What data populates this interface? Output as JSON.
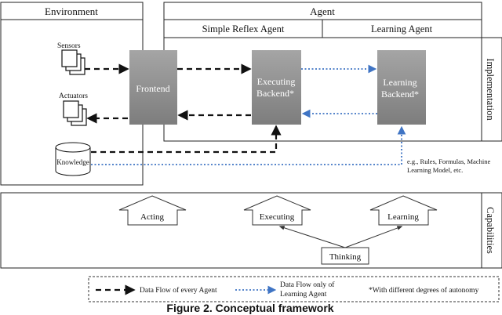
{
  "environment": {
    "title": "Environment",
    "sensors_label": "Sensors",
    "actuators_label": "Actuators",
    "knowledge_label": "Knowledge"
  },
  "agent": {
    "title": "Agent",
    "simple_reflex_label": "Simple Reflex Agent",
    "learning_agent_label": "Learning Agent",
    "implementation_label": "Implementation"
  },
  "blocks": {
    "frontend": "Frontend",
    "executing_line1": "Executing",
    "executing_line2": "Backend*",
    "learning_line1": "Learning",
    "learning_line2": "Backend*"
  },
  "note": {
    "line1": "e.g., Rules, Formulas, Machine",
    "line2": "Learning Model, etc."
  },
  "capabilities": {
    "title": "Capabilities",
    "acting": "Acting",
    "executing": "Executing",
    "learning": "Learning",
    "thinking": "Thinking"
  },
  "legend": {
    "dashed_label": "Data Flow of every Agent",
    "dotted_line1": "Data Flow only of",
    "dotted_line2": "Learning Agent",
    "autonomy_label": "*With different degrees of autonomy"
  },
  "caption": "Figure 2. Conceptual framework",
  "colors": {
    "dashed_flow": "#111111",
    "dotted_flow": "#3f74c4",
    "block_fill": "#8c8c8c"
  }
}
